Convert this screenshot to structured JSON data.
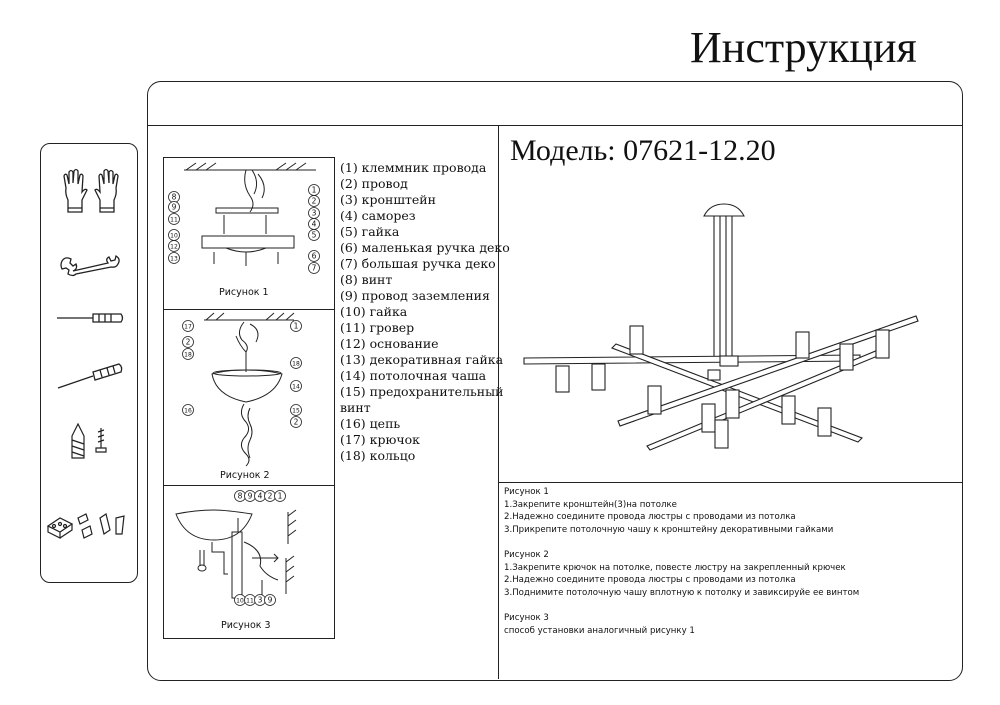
{
  "header": {
    "title": "Инструкция"
  },
  "model": {
    "label": "Модель: 07621-12.20"
  },
  "figures": [
    {
      "caption": "Рисунок 1"
    },
    {
      "caption": "Рисунок 2"
    },
    {
      "caption": "Рисунок 3"
    }
  ],
  "parts": [
    "(1) клеммник провода",
    "(2) провод",
    "(3) кронштейн",
    "(4) саморез",
    "(5) гайка",
    "(6) маленькая ручка деко",
    "(7) большая ручка деко",
    "(8) винт",
    "(9) провод заземления",
    "(10) гайка",
    "(11) гровер",
    "(12) основание",
    "(13) декоративная гайка",
    "(14) потолочная чаша",
    "(15) предохранительный",
    "винт",
    "(16) цепь",
    "(17) крючок",
    "(18) кольцо"
  ],
  "instructions": {
    "fig1_title": "Рисунок 1",
    "fig1_steps": [
      "1.Закрепите кронштейн(3)на потолке",
      "2.Надежно соедините провода люстры с проводами из потолка",
      "3.Прикрепите потолочную чашу к кронштейну декоративными гайками"
    ],
    "fig2_title": "Рисунок 2",
    "fig2_steps": [
      "1.Закрепите крючок на потолке, повесте люстру на закрепленный крючек",
      "2.Надежно соедините провода люстры с проводами из потолка",
      "3.Поднимите потолочную чашу вплотную к потолку и завиксируйе ее винтом"
    ],
    "fig3_title": "Рисунок 3",
    "fig3_text": "способ установки аналогичный рисунку 1"
  },
  "tools": [
    "gloves-icon",
    "wrench-icon",
    "screwdriver-flat-icon",
    "screwdriver-phillips-icon",
    "screws-icon",
    "wire-connectors-icon"
  ],
  "callouts": {
    "fig1_left": [
      "8",
      "9",
      "11",
      "10",
      "12",
      "13"
    ],
    "fig1_right": [
      "1",
      "2",
      "3",
      "4",
      "5",
      "6",
      "7"
    ],
    "fig2": [
      "17",
      "1",
      "2",
      "18",
      "14",
      "15",
      "16",
      "2",
      "18"
    ],
    "fig3_top": [
      "8",
      "9",
      "4",
      "2",
      "1"
    ],
    "fig3_bottom": [
      "10",
      "11",
      "3",
      "9"
    ]
  }
}
